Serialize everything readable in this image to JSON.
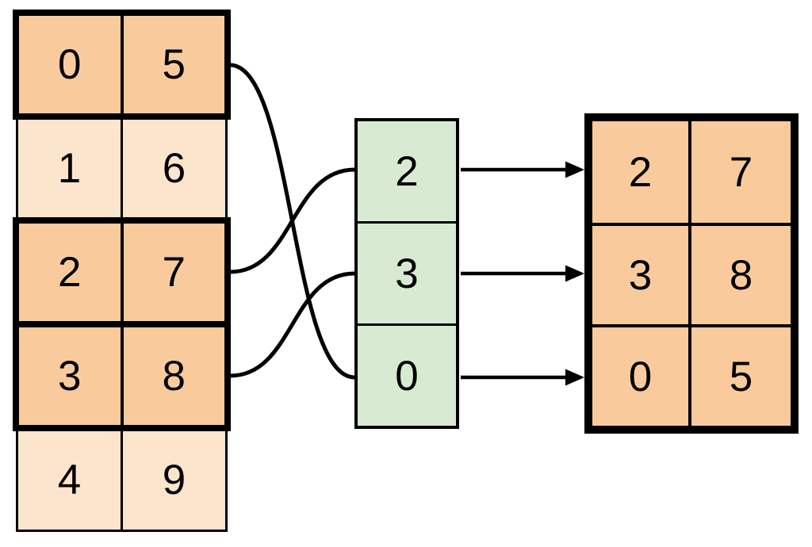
{
  "diagram": {
    "input_table": {
      "rows": [
        {
          "cells": [
            "0",
            "5"
          ],
          "highlighted": true
        },
        {
          "cells": [
            "1",
            "6"
          ],
          "highlighted": false
        },
        {
          "cells": [
            "2",
            "7"
          ],
          "highlighted": true
        },
        {
          "cells": [
            "3",
            "8"
          ],
          "highlighted": true
        },
        {
          "cells": [
            "4",
            "9"
          ],
          "highlighted": false
        }
      ]
    },
    "index_table": {
      "cells": [
        "2",
        "3",
        "0"
      ]
    },
    "output_table": {
      "rows": [
        {
          "cells": [
            "2",
            "7"
          ]
        },
        {
          "cells": [
            "3",
            "8"
          ]
        },
        {
          "cells": [
            "0",
            "5"
          ]
        }
      ]
    },
    "connections": {
      "input_to_index": [
        {
          "from_input_row": 0,
          "to_index_value": "0"
        },
        {
          "from_input_row": 2,
          "to_index_value": "2"
        },
        {
          "from_input_row": 3,
          "to_index_value": "3"
        }
      ],
      "index_to_output": [
        {
          "from_index_value": "2",
          "to_output_row": 0
        },
        {
          "from_index_value": "3",
          "to_output_row": 1
        },
        {
          "from_index_value": "0",
          "to_output_row": 2
        }
      ]
    },
    "colors": {
      "highlight_fill": "#F9CB9C",
      "light_fill": "#FCE5CD",
      "index_fill": "#D9EAD3",
      "line": "#000000",
      "background": "#FFFFFF"
    }
  }
}
